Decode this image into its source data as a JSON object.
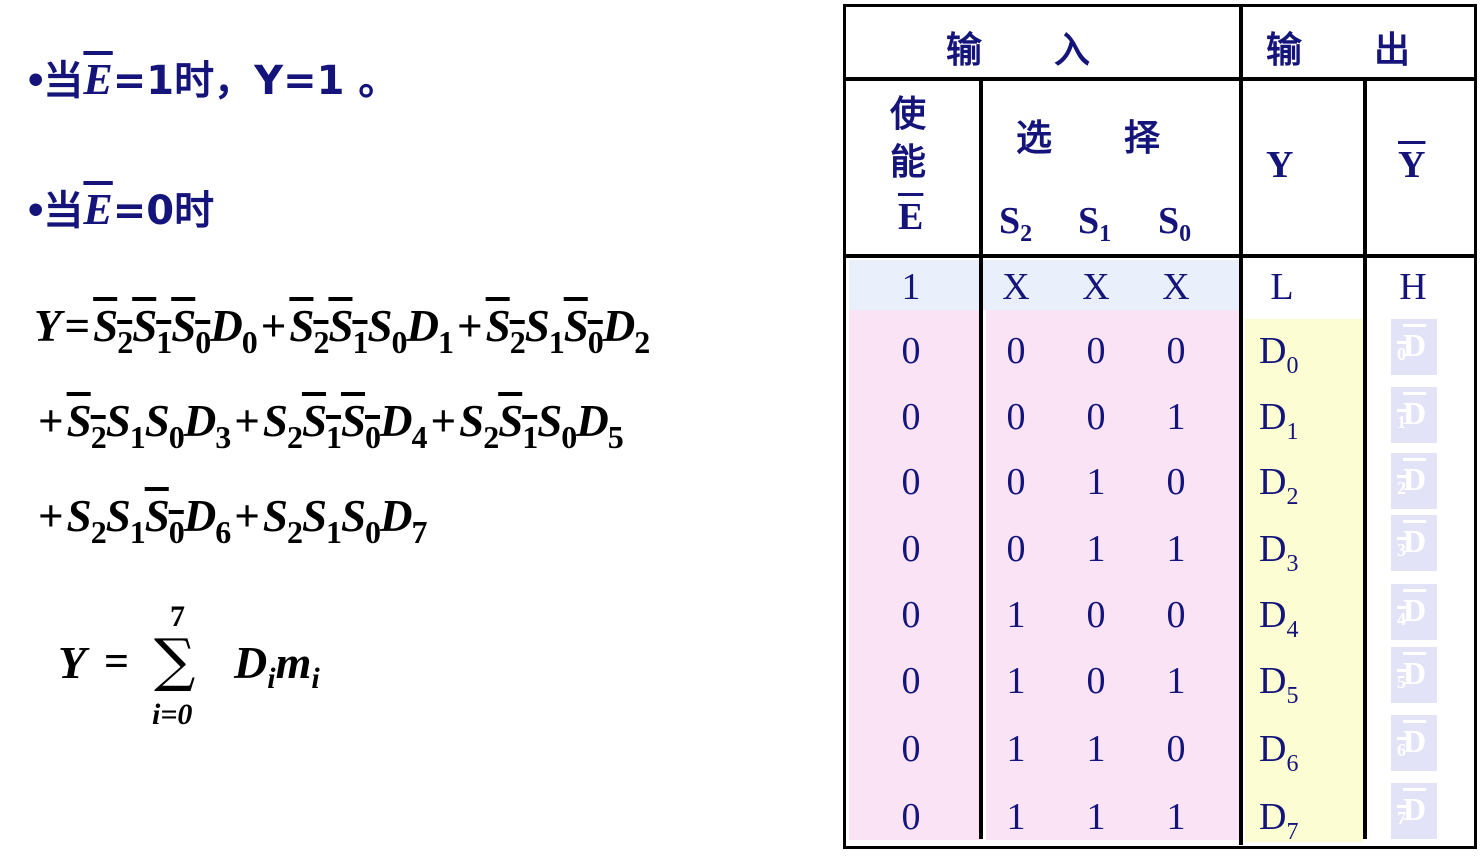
{
  "left": {
    "bullet1": {
      "dot": "•",
      "pre": "当",
      "e_symbol": "E",
      "post": "=1时，Y=1 。"
    },
    "bullet2": {
      "dot": "•",
      "pre": "当",
      "e_symbol": "E",
      "post": "=0时"
    },
    "equation": {
      "y": "Y",
      "equals": "=",
      "plus": "+",
      "S2": "S",
      "S1": "S",
      "S0": "S",
      "D": "D",
      "sub2": "2",
      "sub1": "1",
      "sub0": "0",
      "d_subs": [
        "0",
        "1",
        "2",
        "3",
        "4",
        "5",
        "6",
        "7"
      ]
    },
    "sum": {
      "y": "Y",
      "equals": "=",
      "upper": "7",
      "sigma": "∑",
      "lower": "i=0",
      "d": "D",
      "i": "i",
      "m": "m"
    }
  },
  "table": {
    "header_input": "输　　入",
    "header_output": "输　　出",
    "enable_label": [
      "使",
      "能"
    ],
    "enable_symbol": "E",
    "select_label": "选　　择",
    "s2": "S",
    "s2_sub": "2",
    "s1": "S",
    "s1_sub": "1",
    "s0": "S",
    "s0_sub": "0",
    "y_label": "Y",
    "ybar_label": "Y",
    "rows": [
      {
        "e": "1",
        "s2": "X",
        "s1": "X",
        "s0": "X",
        "y": "L",
        "ybar": "H"
      },
      {
        "e": "0",
        "s2": "0",
        "s1": "0",
        "s0": "0",
        "y": "D",
        "y_sub": "0",
        "ybar": "D",
        "ybar_sub": "0"
      },
      {
        "e": "0",
        "s2": "0",
        "s1": "0",
        "s0": "1",
        "y": "D",
        "y_sub": "1",
        "ybar": "D",
        "ybar_sub": "1"
      },
      {
        "e": "0",
        "s2": "0",
        "s1": "1",
        "s0": "0",
        "y": "D",
        "y_sub": "2",
        "ybar": "D",
        "ybar_sub": "2"
      },
      {
        "e": "0",
        "s2": "0",
        "s1": "1",
        "s0": "1",
        "y": "D",
        "y_sub": "3",
        "ybar": "D",
        "ybar_sub": "3"
      },
      {
        "e": "0",
        "s2": "1",
        "s1": "0",
        "s0": "0",
        "y": "D",
        "y_sub": "4",
        "ybar": "D",
        "ybar_sub": "4"
      },
      {
        "e": "0",
        "s2": "1",
        "s1": "0",
        "s0": "1",
        "y": "D",
        "y_sub": "5",
        "ybar": "D",
        "ybar_sub": "5"
      },
      {
        "e": "0",
        "s2": "1",
        "s1": "1",
        "s0": "0",
        "y": "D",
        "y_sub": "6",
        "ybar": "D",
        "ybar_sub": "6"
      },
      {
        "e": "0",
        "s2": "1",
        "s1": "1",
        "s0": "1",
        "y": "D",
        "y_sub": "7",
        "ybar": "D",
        "ybar_sub": "7"
      }
    ],
    "colors": {
      "text": "#14147a",
      "row1_bg": "#eaf0fb",
      "pink_bg": "#f9e3f5",
      "yellow_bg": "#fdfdd4",
      "faded_box": "#e3e3f8"
    }
  }
}
